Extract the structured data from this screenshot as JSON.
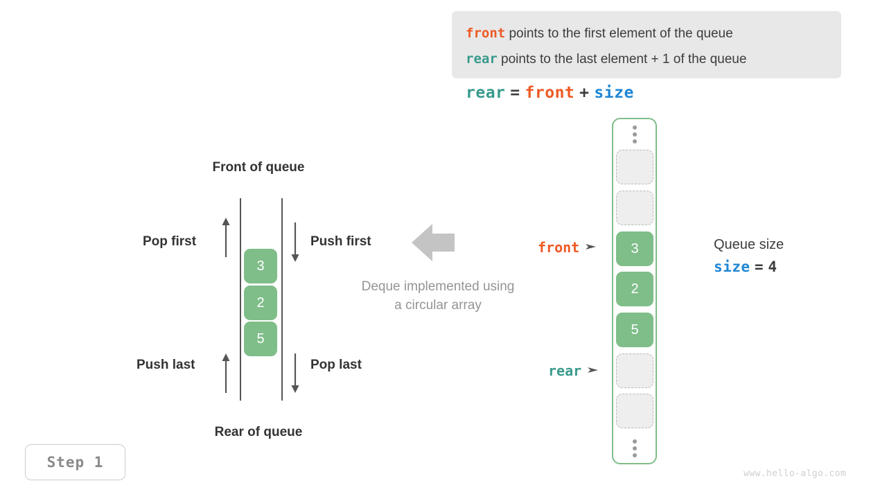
{
  "legend": {
    "lines": [
      {
        "term": "front",
        "text": "points to the first element of the queue",
        "color": "#ee5a24"
      },
      {
        "term": "rear",
        "text": "points to the last element + 1 of the queue",
        "color": "#389a8c"
      }
    ],
    "formula": {
      "lhs": "rear",
      "eq": "=",
      "rhs1": "front",
      "plus": "+",
      "rhs2": "size"
    }
  },
  "deque": {
    "front_label": "Front of queue",
    "rear_label": "Rear of queue",
    "pop_first": "Pop first",
    "push_first": "Push first",
    "push_last": "Push last",
    "pop_last": "Pop last",
    "cells": [
      "3",
      "2",
      "5"
    ],
    "note_line1": "Deque implemented using",
    "note_line2": "a circular array"
  },
  "array": {
    "cells": [
      {
        "value": "",
        "state": "empty"
      },
      {
        "value": "",
        "state": "empty"
      },
      {
        "value": "3",
        "state": "filled"
      },
      {
        "value": "2",
        "state": "filled"
      },
      {
        "value": "5",
        "state": "filled"
      },
      {
        "value": "",
        "state": "empty"
      },
      {
        "value": "",
        "state": "empty"
      }
    ],
    "front_pointer": "front",
    "rear_pointer": "rear"
  },
  "queue_size": {
    "title": "Queue size",
    "var": "size",
    "eq": "=",
    "value": "4"
  },
  "step_badge": "Step  1",
  "watermark": "www.hello-algo.com",
  "colors": {
    "front": "#ee5a24",
    "rear": "#389a8c",
    "size": "#1f86d4",
    "cell_green": "#7fbd89",
    "muted": "#949494"
  }
}
